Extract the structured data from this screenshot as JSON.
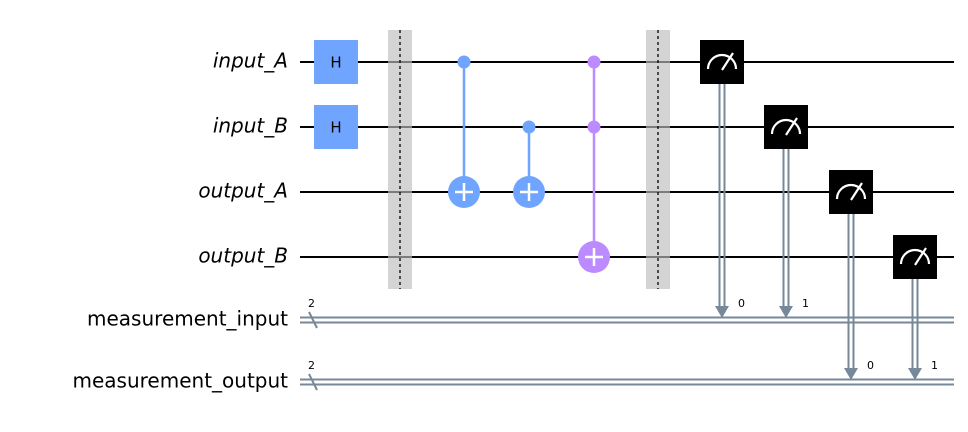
{
  "colors": {
    "wire": "#000000",
    "classical_wire": "#778899",
    "hadamard": "#6fa4ff",
    "cnot": "#6fa4ff",
    "toffoli": "#bb8bff",
    "barrier": "#bdbdbd",
    "measure_box": "#000000"
  },
  "qubits": [
    {
      "label": "input_A"
    },
    {
      "label": "input_B"
    },
    {
      "label": "output_A"
    },
    {
      "label": "output_B"
    }
  ],
  "classical_registers": [
    {
      "label": "measurement_input",
      "size": "2"
    },
    {
      "label": "measurement_output",
      "size": "2"
    }
  ],
  "gates": [
    {
      "type": "h",
      "qubit": 0,
      "step": 0,
      "label": "H"
    },
    {
      "type": "h",
      "qubit": 1,
      "step": 0,
      "label": "H"
    },
    {
      "type": "barrier",
      "step": 1,
      "qubits": [
        0,
        1,
        2,
        3
      ]
    },
    {
      "type": "cx",
      "control": 0,
      "target": 2,
      "step": 2
    },
    {
      "type": "cx",
      "control": 1,
      "target": 2,
      "step": 3
    },
    {
      "type": "ccx",
      "controls": [
        0,
        1
      ],
      "target": 3,
      "step": 4
    },
    {
      "type": "barrier",
      "step": 5,
      "qubits": [
        0,
        1,
        2,
        3
      ]
    },
    {
      "type": "measure",
      "qubit": 0,
      "creg": 0,
      "bit": "0",
      "step": 6
    },
    {
      "type": "measure",
      "qubit": 1,
      "creg": 0,
      "bit": "1",
      "step": 7
    },
    {
      "type": "measure",
      "qubit": 2,
      "creg": 1,
      "bit": "0",
      "step": 8
    },
    {
      "type": "measure",
      "qubit": 3,
      "creg": 1,
      "bit": "1",
      "step": 9
    }
  ]
}
